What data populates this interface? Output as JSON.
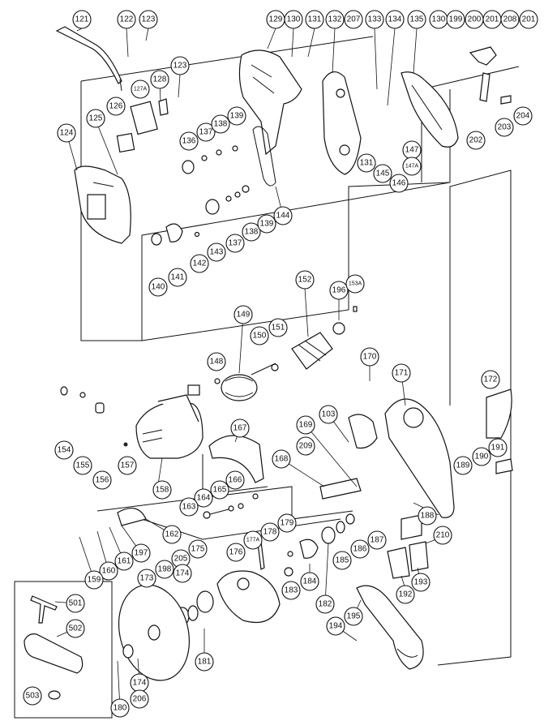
{
  "callouts": [
    "121",
    "122",
    "123",
    "123",
    "124",
    "125",
    "126",
    "127A",
    "128",
    "129",
    "130",
    "131",
    "132",
    "207",
    "133",
    "134",
    "135",
    "130",
    "199",
    "200",
    "201",
    "208",
    "201",
    "136",
    "137",
    "138",
    "139",
    "143",
    "137",
    "138",
    "139",
    "144",
    "140",
    "141",
    "142",
    "131",
    "145",
    "146",
    "147",
    "147A",
    "202",
    "203",
    "204",
    "152",
    "196",
    "153A",
    "149",
    "150",
    "151",
    "148",
    "170",
    "171",
    "172",
    "154",
    "155",
    "156",
    "157",
    "158",
    "167",
    "169",
    "103",
    "209",
    "168",
    "166",
    "165",
    "164",
    "163",
    "162",
    "197",
    "161",
    "160",
    "159",
    "189",
    "190",
    "191",
    "188",
    "210",
    "187",
    "186",
    "185",
    "182",
    "183",
    "184",
    "179",
    "178",
    "177A",
    "176",
    "175",
    "205",
    "174",
    "198",
    "173",
    "195",
    "194",
    "193",
    "192",
    "181",
    "174",
    "206",
    "180",
    "501",
    "502",
    "503"
  ]
}
